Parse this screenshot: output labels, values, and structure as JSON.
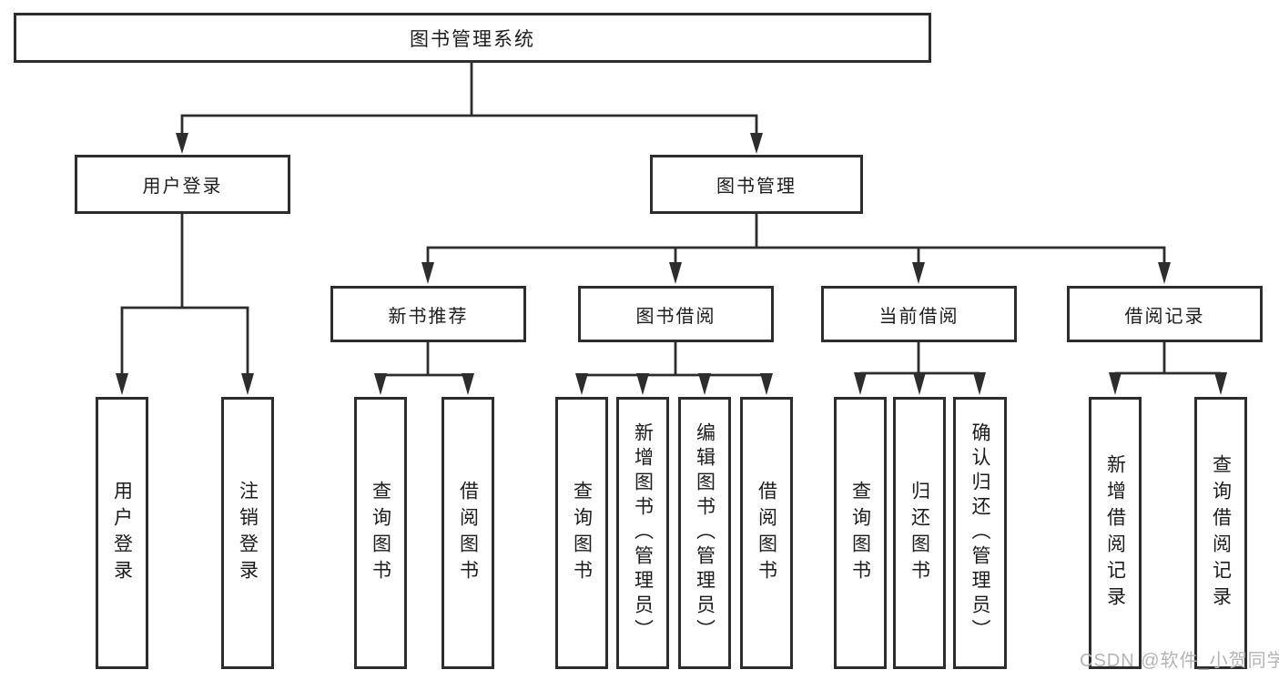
{
  "diagram": {
    "type": "tree-diagram",
    "colors": {
      "background": "#ffffff",
      "line": "#2d2d2d",
      "box_border": "#2d2d2d",
      "box_fill": "#ffffff",
      "text": "#1c1c1c",
      "watermark": "#b4b4b4"
    },
    "nodes": {
      "root": {
        "id": "library-management-system",
        "label": "图书管理系统"
      },
      "level1": [
        {
          "id": "user-login",
          "label": "用户登录",
          "parent": "library-management-system"
        },
        {
          "id": "book-management",
          "label": "图书管理",
          "parent": "library-management-system"
        }
      ],
      "level2": [
        {
          "id": "new-book-recommend",
          "label": "新书推荐",
          "parent": "book-management"
        },
        {
          "id": "book-borrow",
          "label": "图书借阅",
          "parent": "book-management"
        },
        {
          "id": "current-borrow",
          "label": "当前借阅",
          "parent": "book-management"
        },
        {
          "id": "borrow-records",
          "label": "借阅记录",
          "parent": "book-management"
        }
      ],
      "leaves": [
        {
          "id": "leaf-user-login",
          "label": "用户登录",
          "parent": "user-login"
        },
        {
          "id": "leaf-logout",
          "label": "注销登录",
          "parent": "user-login"
        },
        {
          "id": "leaf-query-books-recommend",
          "label": "查询图书",
          "parent": "new-book-recommend"
        },
        {
          "id": "leaf-borrow-books-recommend",
          "label": "借阅图书",
          "parent": "new-book-recommend"
        },
        {
          "id": "leaf-query-books-borrow",
          "label": "查询图书",
          "parent": "book-borrow"
        },
        {
          "id": "leaf-add-books-admin",
          "label": "新增图书（管理员）",
          "parent": "book-borrow"
        },
        {
          "id": "leaf-edit-books-admin",
          "label": "编辑图书（管理员）",
          "parent": "book-borrow"
        },
        {
          "id": "leaf-borrow-books",
          "label": "借阅图书",
          "parent": "book-borrow"
        },
        {
          "id": "leaf-query-books-current",
          "label": "查询图书",
          "parent": "current-borrow"
        },
        {
          "id": "leaf-return-books",
          "label": "归还图书",
          "parent": "current-borrow"
        },
        {
          "id": "leaf-confirm-return-admin",
          "label": "确认归还（管理员）",
          "parent": "current-borrow"
        },
        {
          "id": "leaf-add-borrow-record",
          "label": "新增借阅记录",
          "parent": "borrow-records"
        },
        {
          "id": "leaf-query-borrow-record",
          "label": "查询借阅记录",
          "parent": "borrow-records"
        }
      ]
    }
  },
  "watermark": {
    "text": "CSDN @软件_小贺同学"
  }
}
